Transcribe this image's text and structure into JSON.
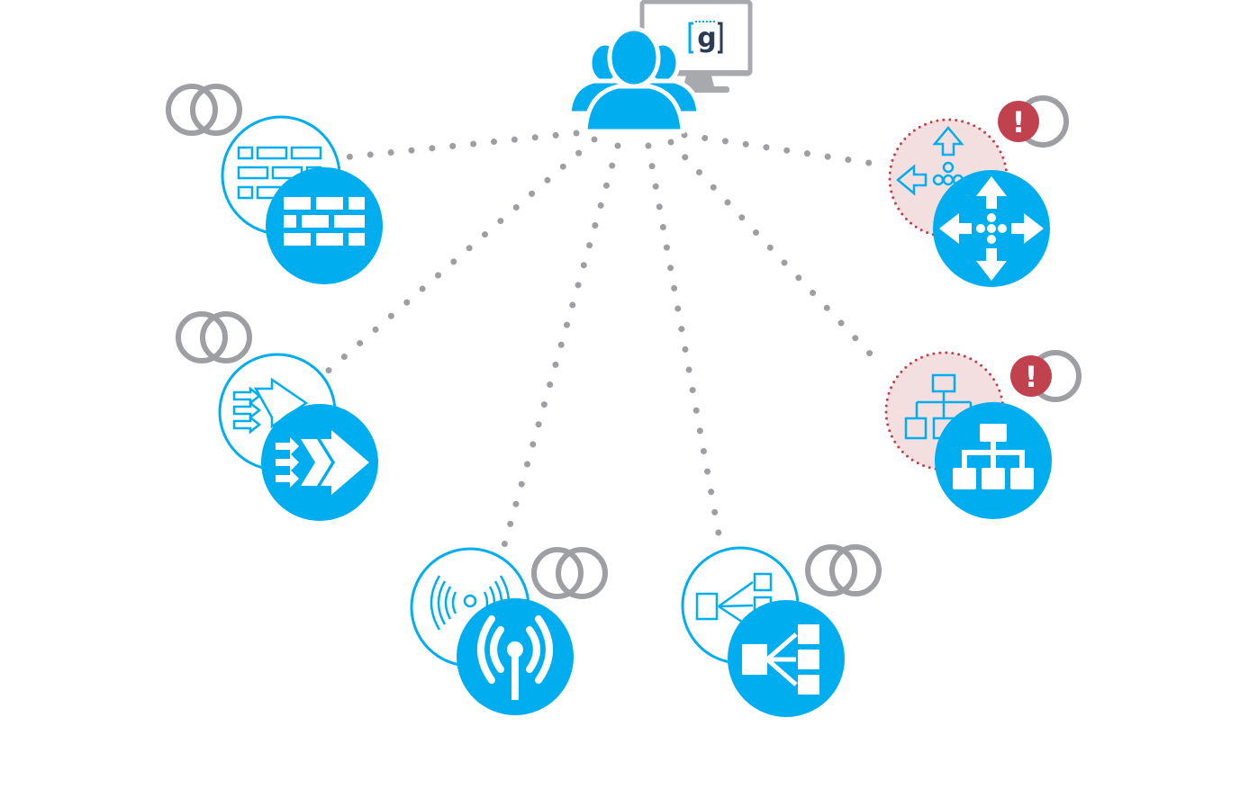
{
  "colors": {
    "accent": "#00aeef",
    "link": "#9d9fa2",
    "warning": "#c1424f",
    "warning_fill": "#f3dfe0",
    "monitor": "#a7a9ac",
    "logo_dark": "#2b3a55"
  },
  "center": {
    "icon": "users-icon",
    "monitor_logo": "[g]"
  },
  "nodes": [
    {
      "id": "firewall",
      "icon": "firewall-icon",
      "status": "ok"
    },
    {
      "id": "wan-optimizer",
      "icon": "wan-optimizer-icon",
      "status": "ok"
    },
    {
      "id": "wireless",
      "icon": "wireless-access-point-icon",
      "status": "ok"
    },
    {
      "id": "load-balancer",
      "icon": "load-balancer-icon",
      "status": "ok"
    },
    {
      "id": "router",
      "icon": "router-icon",
      "status": "warning"
    },
    {
      "id": "switch",
      "icon": "network-switch-icon",
      "status": "warning"
    }
  ],
  "warning_badge": "!"
}
